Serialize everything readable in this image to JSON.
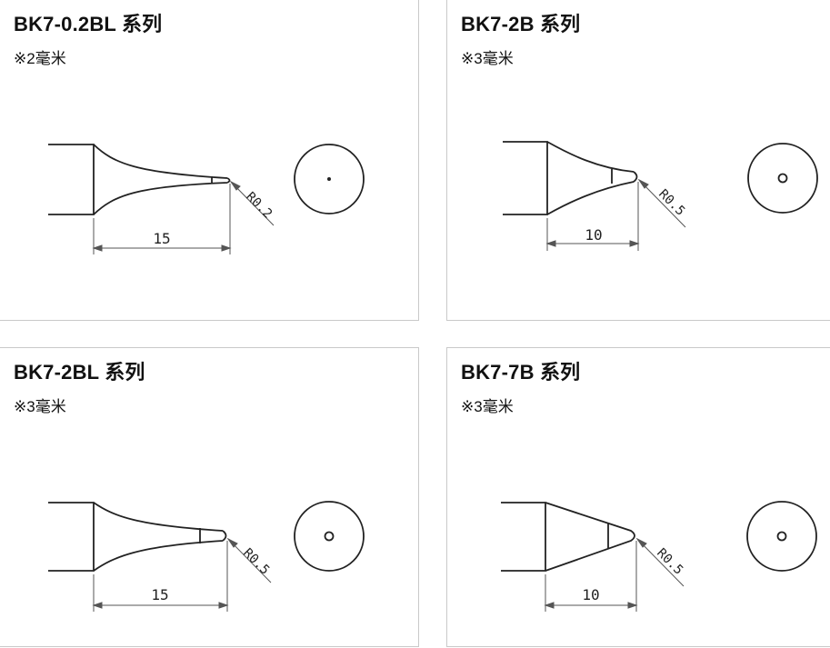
{
  "cards": [
    {
      "title": "BK7-0.2BL 系列",
      "note": "※2毫米",
      "dimension": "15",
      "radius": "R0.2"
    },
    {
      "title": "BK7-2B 系列",
      "note": "※3毫米",
      "dimension": "10",
      "radius": "R0.5"
    },
    {
      "title": "BK7-2BL 系列",
      "note": "※3毫米",
      "dimension": "15",
      "radius": "R0.5"
    },
    {
      "title": "BK7-7B 系列",
      "note": "※3毫米",
      "dimension": "10",
      "radius": "R0.5"
    }
  ],
  "colors": {
    "line": "#222222",
    "border": "#c9c9c9"
  }
}
